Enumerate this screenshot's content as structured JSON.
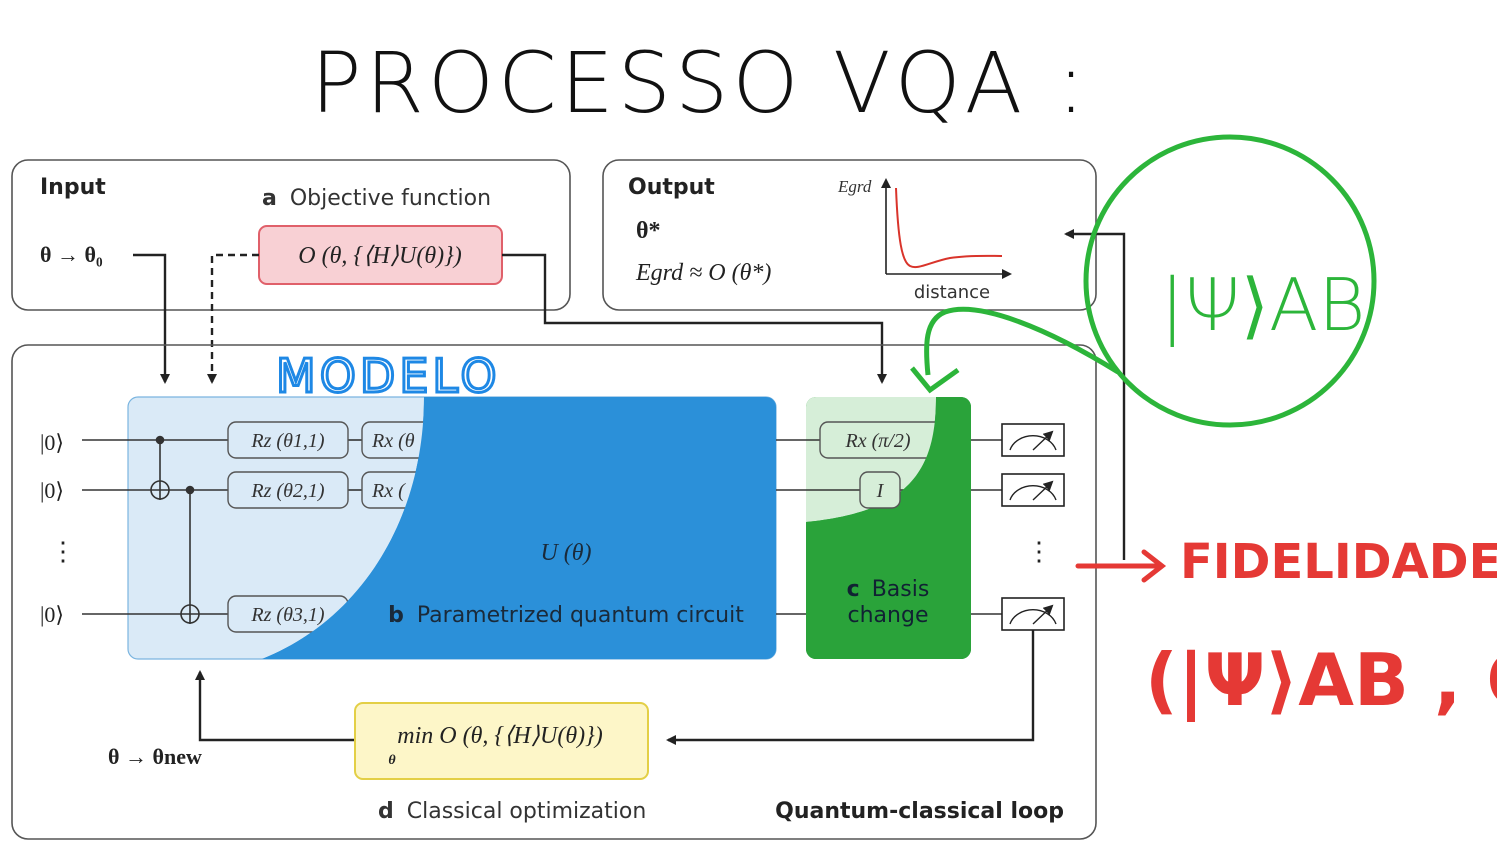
{
  "handwritten": {
    "title": "PROCESSO VQA :",
    "modelo": "MODELO",
    "psi_ab": "|Ψ⟩AB",
    "fidelidade": "FIDELIDADE",
    "fidelidade_args": "(|Ψ⟩AB , QC)",
    "colors": {
      "title": "#111111",
      "modelo": "#1e88e5",
      "green": "#2cb53a",
      "red": "#e53935"
    }
  },
  "input_box": {
    "title": "Input",
    "theta_init": "θ → θ₀"
  },
  "objective": {
    "letter": "a",
    "label": "Objective function",
    "formula": "O (θ, {⟨H⟩U(θ)})",
    "fill": "#f8d0d4",
    "stroke": "#e0606a"
  },
  "output_box": {
    "title": "Output",
    "theta_star": "θ*",
    "egrd_formula": "Egrd ≈ O (θ*)",
    "plot_ylabel": "Egrd",
    "plot_xlabel": "distance"
  },
  "circuit": {
    "qubits": [
      "|0⟩",
      "|0⟩",
      "⋮",
      "|0⟩"
    ],
    "gates_rz": [
      "Rz (θ1,1)",
      "Rz (θ2,1)",
      "Rz (θ3,1)"
    ],
    "gates_rx": [
      "Rx (θ",
      "Rx ("
    ],
    "unitary": "U (θ)",
    "b_letter": "b",
    "b_label": "Parametrized quantum circuit",
    "colors": {
      "light": "#daeaf7",
      "dark": "#2b90d9"
    }
  },
  "basis": {
    "letter": "c",
    "label_line1": "Basis",
    "label_line2": "change",
    "gate1": "Rx (π/2)",
    "gate2": "I",
    "colors": {
      "light": "#d6eed8",
      "dark": "#2aa33a"
    }
  },
  "optimizer": {
    "formula": "min O (θ, {⟨H⟩U(θ)})",
    "subscript": "θ",
    "letter": "d",
    "label": "Classical optimization",
    "fill": "#fdf6c8",
    "stroke": "#e3cf46"
  },
  "loop": {
    "theta_new": "θ → θnew",
    "label": "Quantum-classical loop"
  },
  "measure": {
    "dots": "⋮"
  }
}
